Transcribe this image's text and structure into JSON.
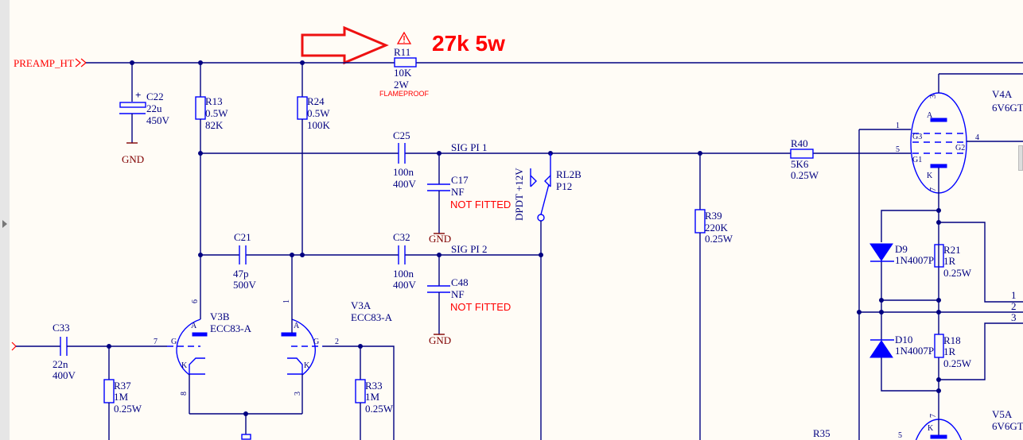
{
  "colors": {
    "wire": "#000080",
    "component": "#0000ff",
    "annotation": "#ff0000",
    "ground": "#800000",
    "background": "#fffcf6"
  },
  "annotation": {
    "note": "27k 5w",
    "warning_symbol": "⚠",
    "arrow": "red-outline-arrow"
  },
  "nets": {
    "preamp_ht": "PREAMP_HT",
    "sig_pi_1": "SIG PI 1",
    "sig_pi_2": "SIG PI 2",
    "gnd": "GND"
  },
  "components": {
    "R11": {
      "ref": "R11",
      "value": "10K",
      "power": "2W",
      "note": "FLAMEPROOF"
    },
    "C22": {
      "ref": "C22",
      "value": "22u",
      "voltage": "450V",
      "polarity": "+"
    },
    "R13": {
      "ref": "R13",
      "power": "0.5W",
      "value": "82K"
    },
    "R24": {
      "ref": "R24",
      "power": "0.5W",
      "value": "100K"
    },
    "C25": {
      "ref": "C25",
      "value": "100n",
      "voltage": "400V"
    },
    "C17": {
      "ref": "C17",
      "value": "NF",
      "note": "NOT FITTED"
    },
    "C21": {
      "ref": "C21",
      "value": "47p",
      "voltage": "500V"
    },
    "C32": {
      "ref": "C32",
      "value": "100n",
      "voltage": "400V"
    },
    "C48": {
      "ref": "C48",
      "value": "NF",
      "note": "NOT FITTED"
    },
    "RL2B": {
      "ref": "RL2B",
      "value": "P12",
      "coil": "DPDT +12V"
    },
    "R39": {
      "ref": "R39",
      "value": "220K",
      "power": "0.25W"
    },
    "R40": {
      "ref": "R40",
      "value": "5K6",
      "power": "0.25W"
    },
    "V4A": {
      "ref": "V4A",
      "value": "6V6GT",
      "pins": {
        "anode": "3",
        "g3": "1",
        "g1": "5",
        "g2": "4",
        "cathode": "7"
      },
      "labels": {
        "a": "A",
        "g3": "G3",
        "g2": "G2",
        "g1": "G1",
        "k": "K"
      }
    },
    "D9": {
      "ref": "D9",
      "value": "1N4007P"
    },
    "D10": {
      "ref": "D10",
      "value": "1N4007P"
    },
    "R21": {
      "ref": "R21",
      "value": "1R",
      "power": "0.25W"
    },
    "R18": {
      "ref": "R18",
      "value": "1R",
      "power": "0.25W"
    },
    "V3B": {
      "ref": "V3B",
      "value": "ECC83-A",
      "pins": {
        "anode": "6",
        "grid": "7",
        "cathode": "8"
      }
    },
    "V3A": {
      "ref": "V3A",
      "value": "ECC83-A",
      "pins": {
        "anode": "1",
        "grid": "2",
        "cathode": "3"
      }
    },
    "tube_labels": {
      "a": "A",
      "g": "G",
      "k": "K"
    },
    "C33": {
      "ref": "C33",
      "value": "22n",
      "voltage": "400V"
    },
    "R37": {
      "ref": "R37",
      "value": "1M",
      "power": "0.25W"
    },
    "R33": {
      "ref": "R33",
      "value": "1M",
      "power": "0.25W"
    },
    "R35": {
      "ref": "R35"
    },
    "V5A": {
      "ref": "V5A",
      "value": "6V6GT",
      "pins": {
        "cathode": "7",
        "other": "5"
      },
      "labels": {
        "k": "K"
      }
    }
  },
  "connector_pins": [
    "1",
    "2",
    "3"
  ]
}
